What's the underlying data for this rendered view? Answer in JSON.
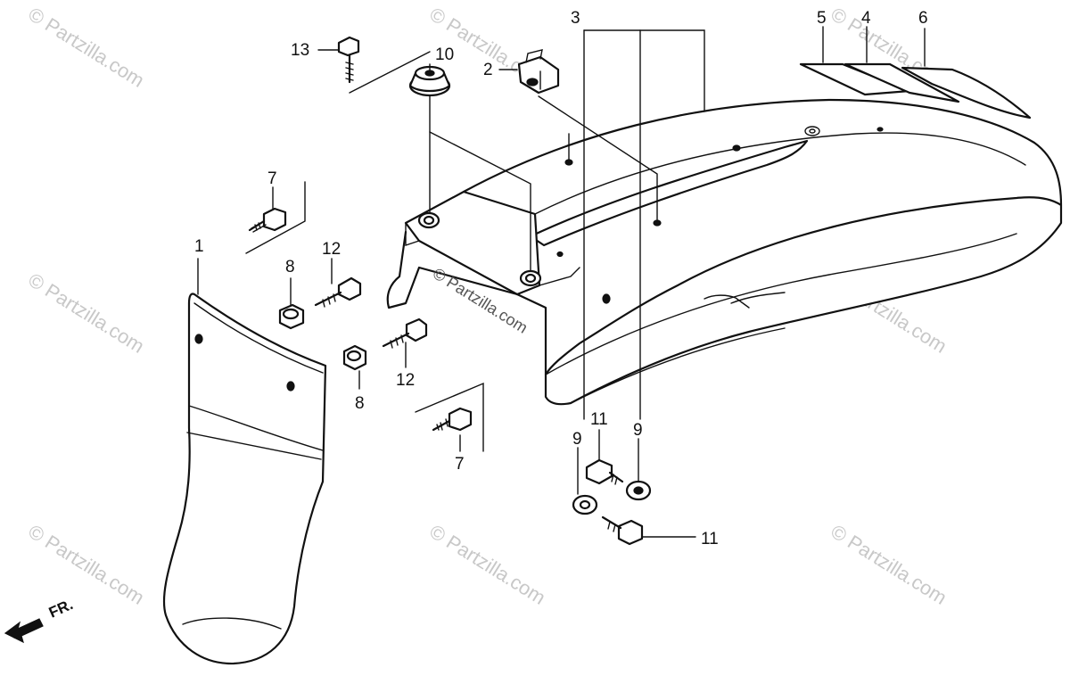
{
  "watermark": "© Partzilla.com",
  "direction_label": "FR.",
  "callouts": {
    "c1": "1",
    "c2": "2",
    "c3": "3",
    "c4": "4",
    "c5": "5",
    "c6": "6",
    "c7a": "7",
    "c7b": "7",
    "c8a": "8",
    "c8b": "8",
    "c9a": "9",
    "c9b": "9",
    "c10": "10",
    "c11a": "11",
    "c11b": "11",
    "c12a": "12",
    "c12b": "12",
    "c13": "13"
  }
}
